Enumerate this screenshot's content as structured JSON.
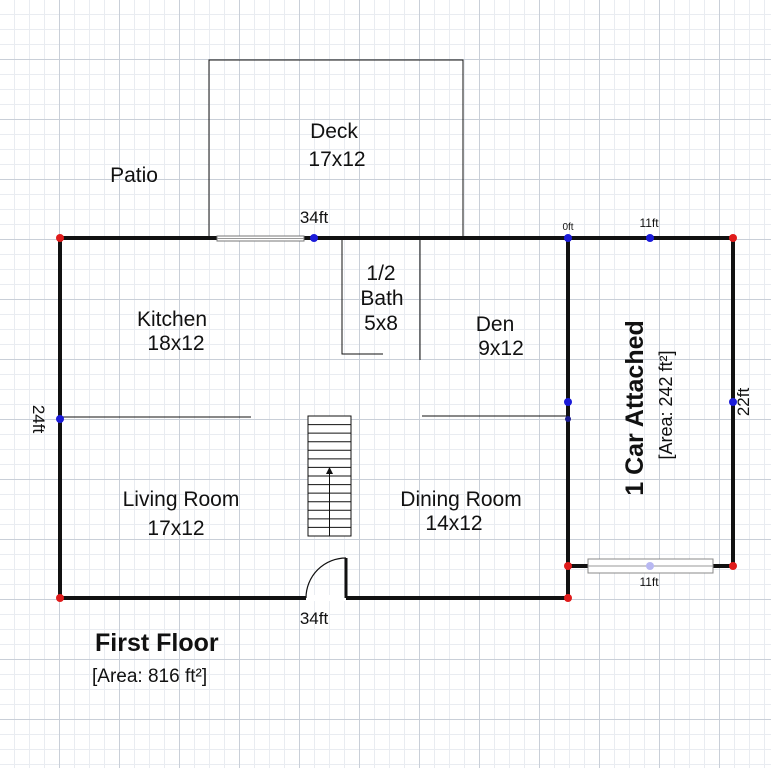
{
  "plan": {
    "floor_title": "First Floor",
    "floor_area": "[Area: 816 ft²]",
    "rooms": {
      "patio": "Patio",
      "deck": {
        "name": "Deck",
        "size": "17x12"
      },
      "kitchen": {
        "name": "Kitchen",
        "size": "18x12"
      },
      "half_bath": {
        "name_line1": "1/2",
        "name_line2": "Bath",
        "size": "5x8"
      },
      "den": {
        "name": "Den",
        "size": "9x12"
      },
      "living_room": {
        "name": "Living Room",
        "size": "17x12"
      },
      "dining_room": {
        "name": "Dining Room",
        "size": "14x12"
      },
      "garage": {
        "name": "1 Car Attached",
        "area": "[Area: 242 ft²]"
      }
    },
    "dimensions": {
      "top": "34ft",
      "bottom": "34ft",
      "left": "24ft",
      "garage_top_start": "0ft",
      "garage_top": "11ft",
      "garage_bottom": "11ft",
      "garage_right": "22ft"
    }
  },
  "colors": {
    "wall": "#111111",
    "corner_point": "#e01b1b",
    "mid_point": "#1b1bd9",
    "grid_major": "#c9cfd8",
    "grid_minor": "#e9ecf1"
  }
}
